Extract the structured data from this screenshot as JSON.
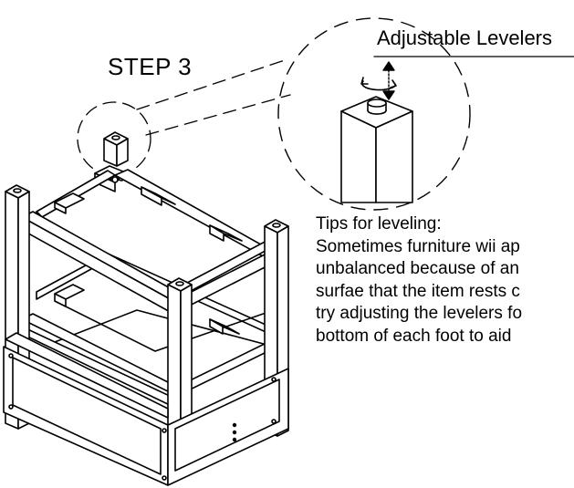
{
  "step_label": "STEP 3",
  "callout_label": "Adjustable Levelers",
  "tips": {
    "heading": "Tips for leveling:",
    "lines": [
      "Sometimes furniture wii ap",
      "unbalanced because of an",
      "surfae that the item rests c",
      "try adjusting the levelers fo",
      "bottom of each foot to aid"
    ]
  }
}
